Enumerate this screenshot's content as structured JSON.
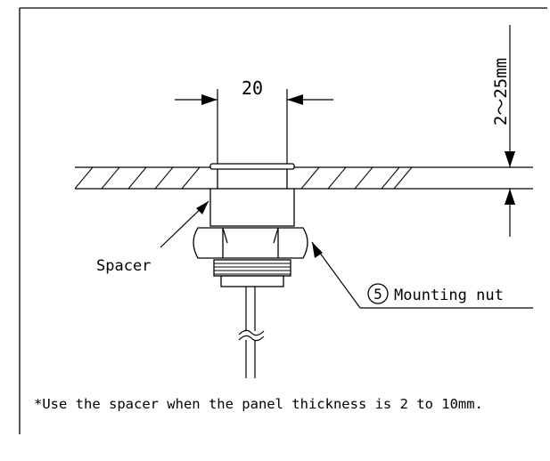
{
  "diagram": {
    "dimension_width": "20",
    "dimension_thickness": "2～25mm",
    "spacer_label": "Spacer",
    "part_number": "5",
    "part_label": "Mounting nut",
    "footnote": "*Use the spacer when the panel thickness is 2 to 10mm."
  },
  "colors": {
    "line": "#000000",
    "background": "#ffffff"
  }
}
